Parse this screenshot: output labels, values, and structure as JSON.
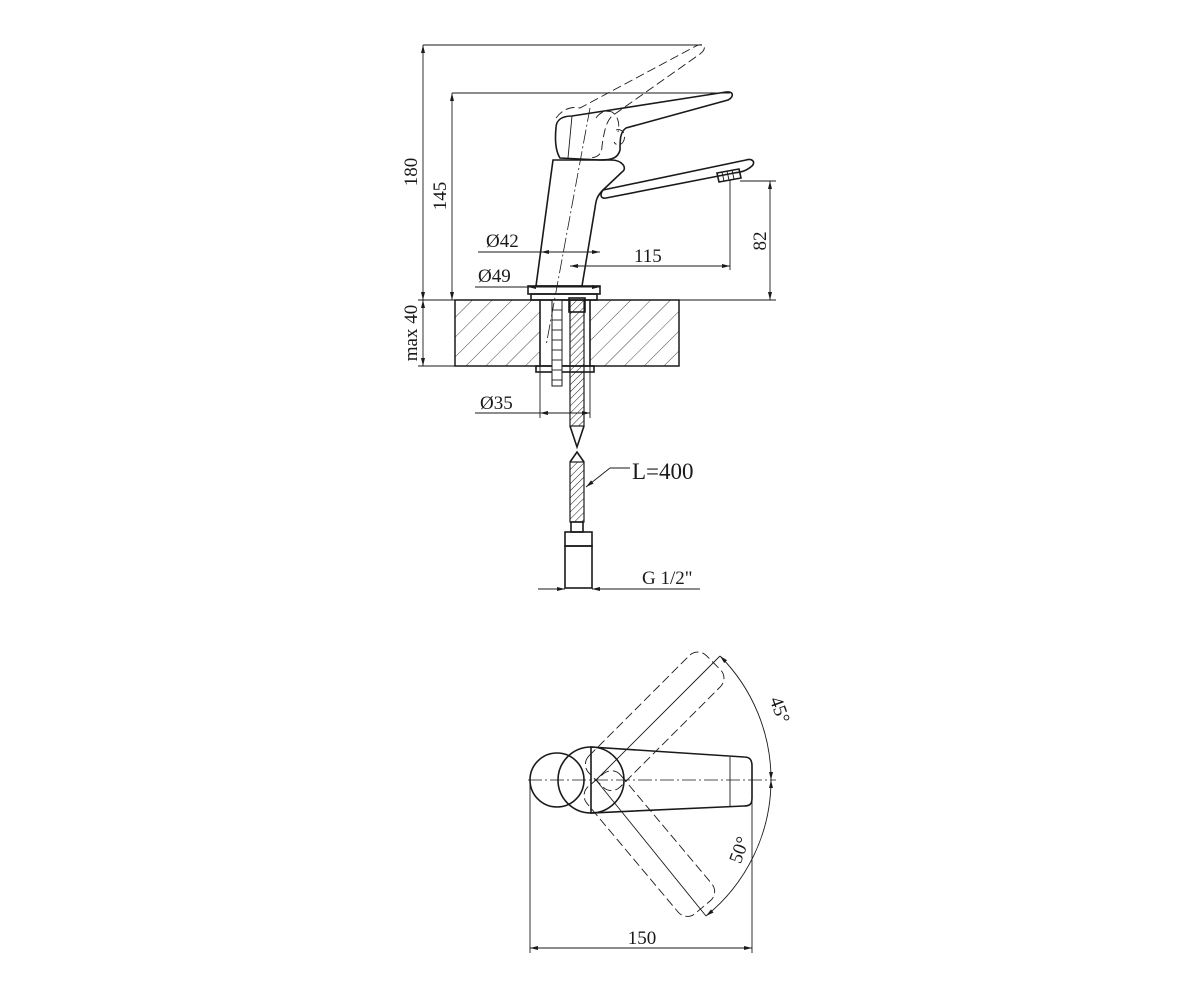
{
  "dimensions": {
    "total_height": "180",
    "spout_height": "145",
    "outlet_height": "82",
    "body_diameter": "Ø42",
    "base_diameter": "Ø49",
    "spout_reach": "115",
    "max_thickness": "max 40",
    "hole_diameter": "Ø35",
    "hose_length": "L=400",
    "connection_thread": "G 1/2\"",
    "total_length": "150",
    "angle_left": "45°",
    "angle_right": "50°"
  }
}
